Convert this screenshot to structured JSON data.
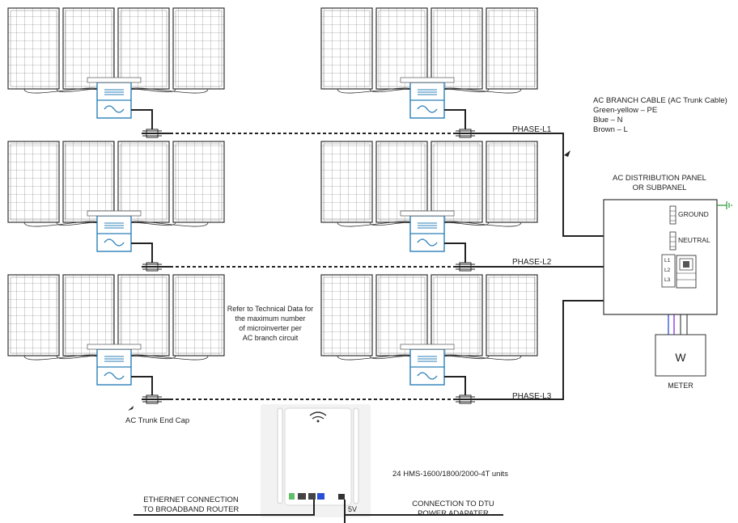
{
  "legend": {
    "title": "AC BRANCH CABLE (AC Trunk Cable)",
    "lines": [
      "Green-yellow – PE",
      "Blue – N",
      "Brown – L"
    ]
  },
  "panel": {
    "title_line1": "AC DISTRIBUTION PANEL",
    "title_line2": "OR SUBPANEL",
    "ground": "GROUND",
    "neutral": "NEUTRAL",
    "terminals": [
      "L1",
      "L2",
      "L3"
    ]
  },
  "phases": [
    "PHASE-L1",
    "PHASE-L2",
    "PHASE-L3"
  ],
  "meter": {
    "symbol": "W",
    "label": "METER"
  },
  "note_lines": [
    "Refer to Technical Data for",
    "the maximum number",
    "of microinverter per",
    "AC branch circuit"
  ],
  "end_cap": "AC Trunk End Cap",
  "units_label": "24 HMS-1600/1800/2000-4T units",
  "ethernet": [
    "ETHERNET CONNECTION",
    "TO BROADBAND ROUTER"
  ],
  "power": [
    "CONNECTION TO DTU",
    "POWER ADAPATER"
  ],
  "dtu_voltage": "5V",
  "colors": {
    "line": "#222222",
    "green": "#2e9a3a",
    "blue": "#2a4fd6",
    "brown": "#8b3a1a",
    "red": "#c8102e",
    "inverter": "#2a7fb8",
    "panel_frame": "#333333"
  }
}
